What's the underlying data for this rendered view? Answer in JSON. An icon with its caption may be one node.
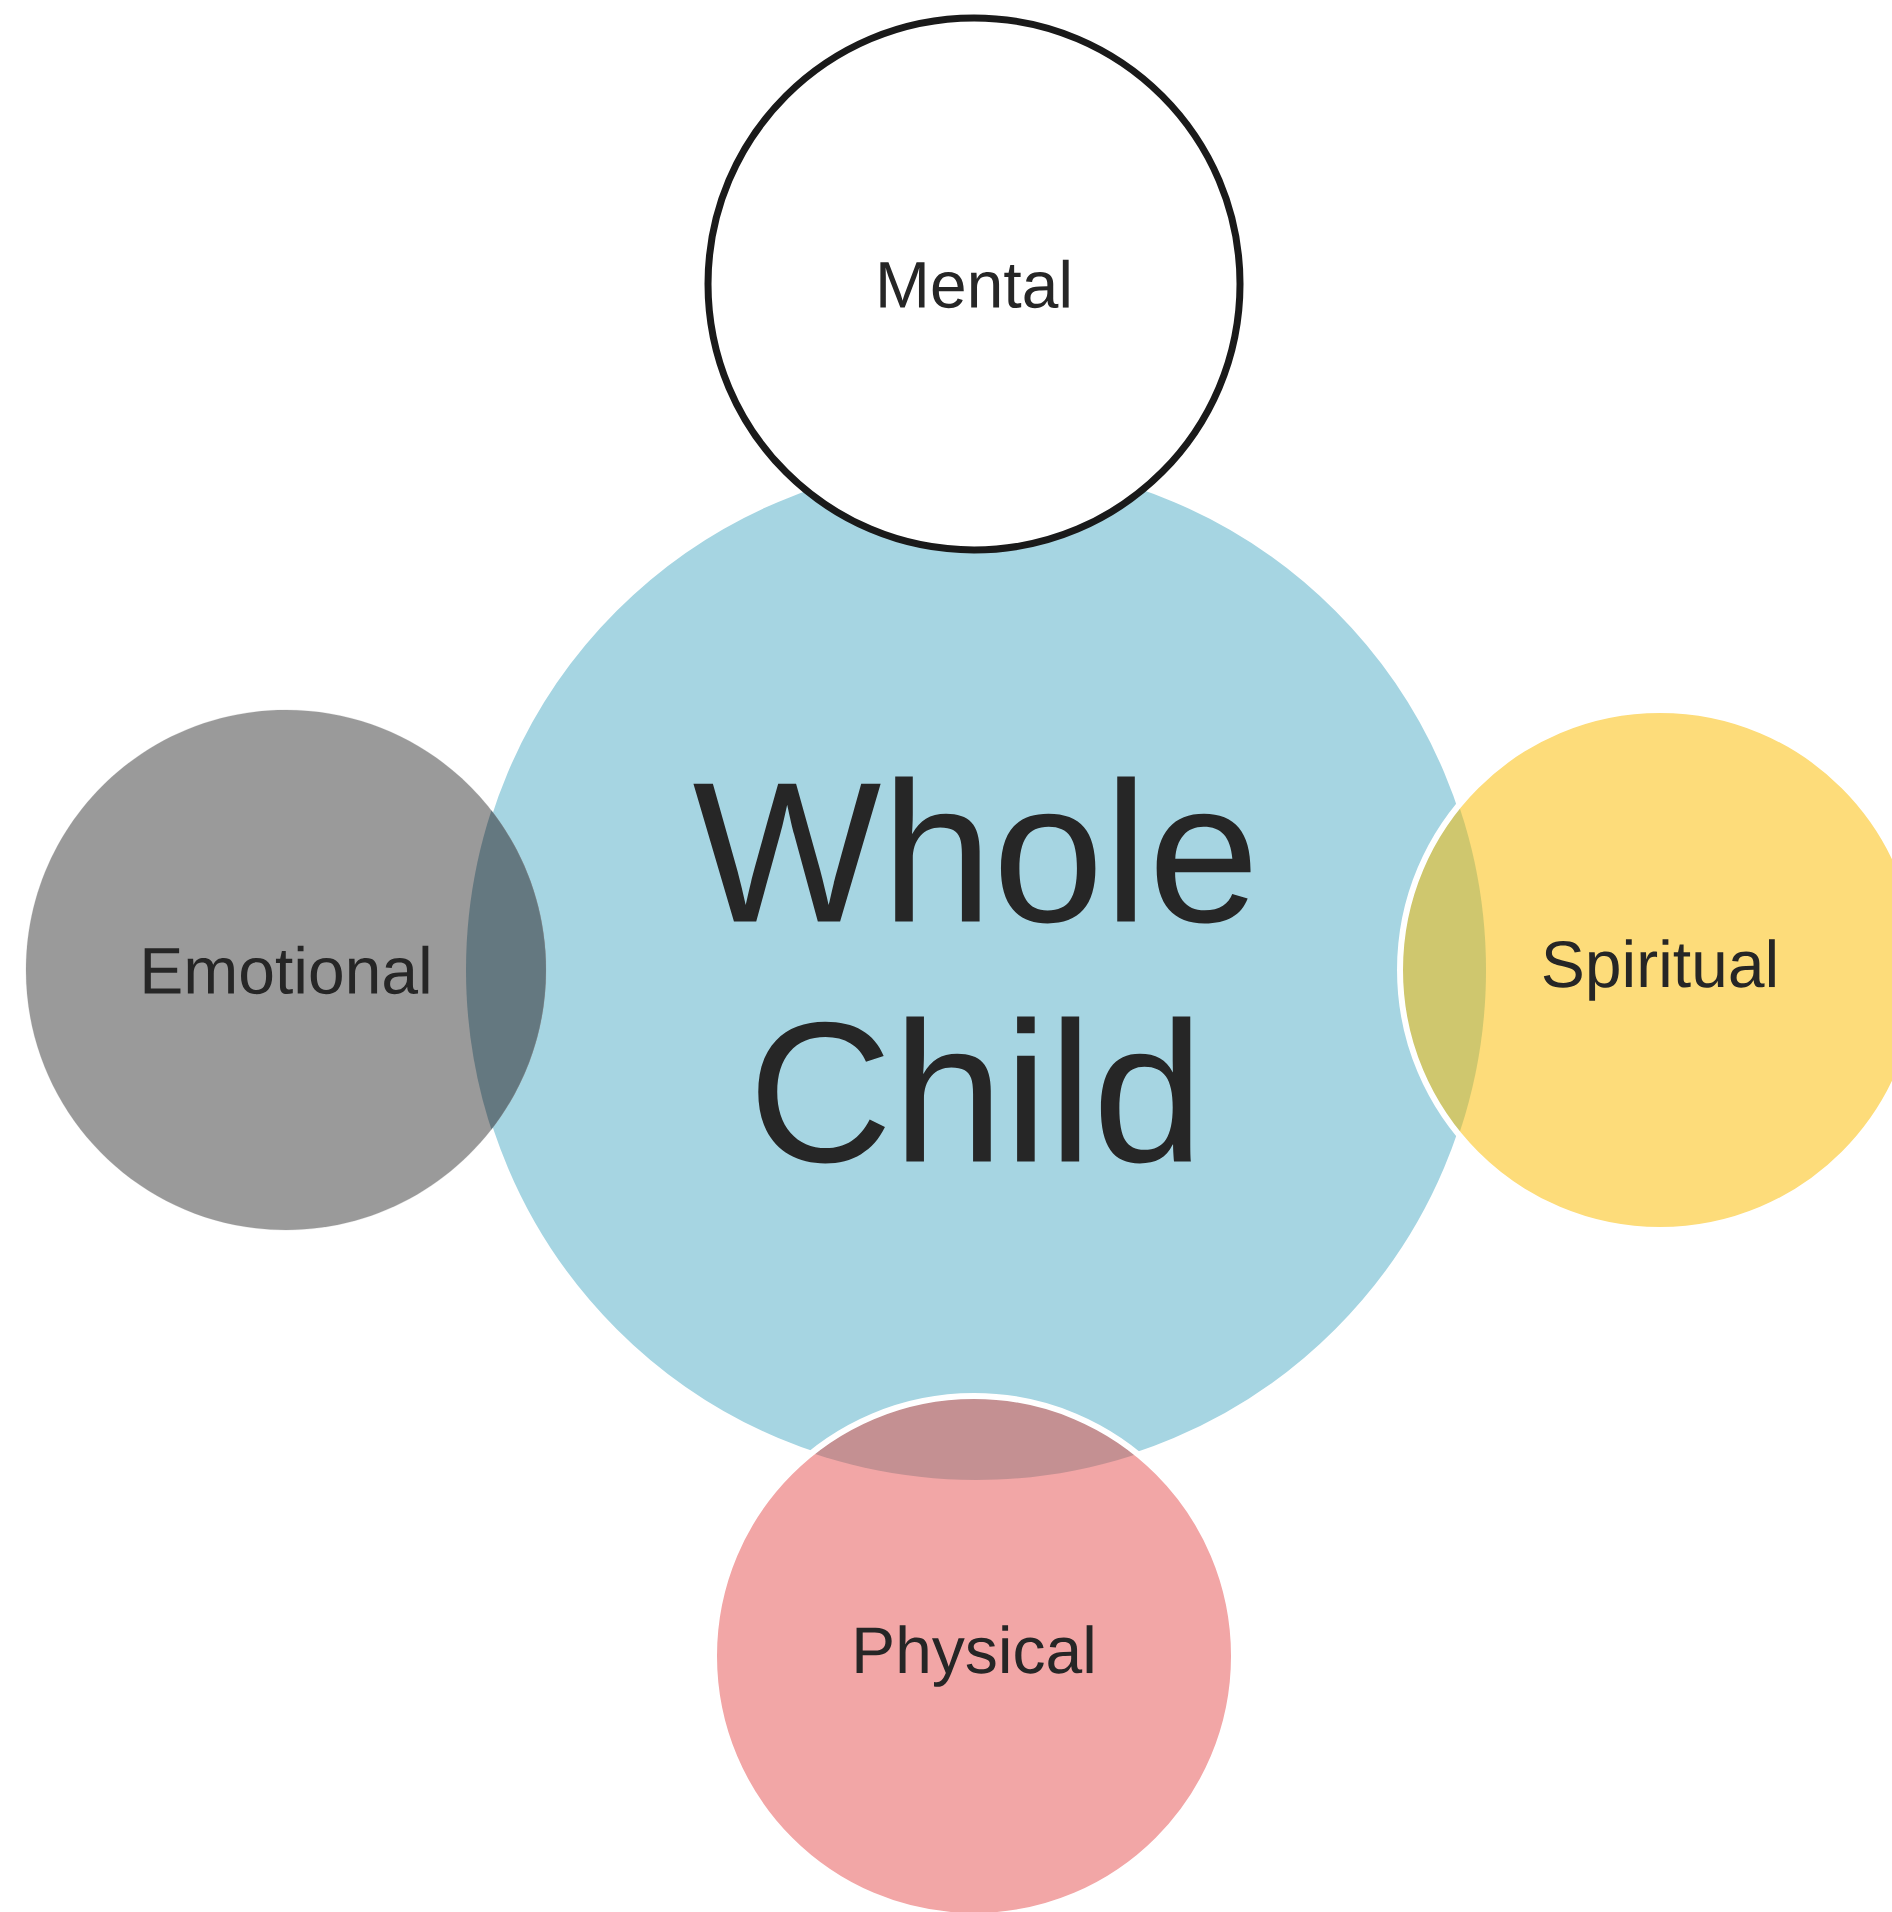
{
  "diagram": {
    "nodes": [
      {
        "text": [
          "Whole Child"
        ]
      },
      {
        "text": [
          "Emotional"
        ]
      },
      {
        "text": [
          "Spiritual"
        ]
      },
      {
        "text": [
          "Physical"
        ]
      },
      {
        "text": [
          "Mental"
        ]
      }
    ]
  }
}
